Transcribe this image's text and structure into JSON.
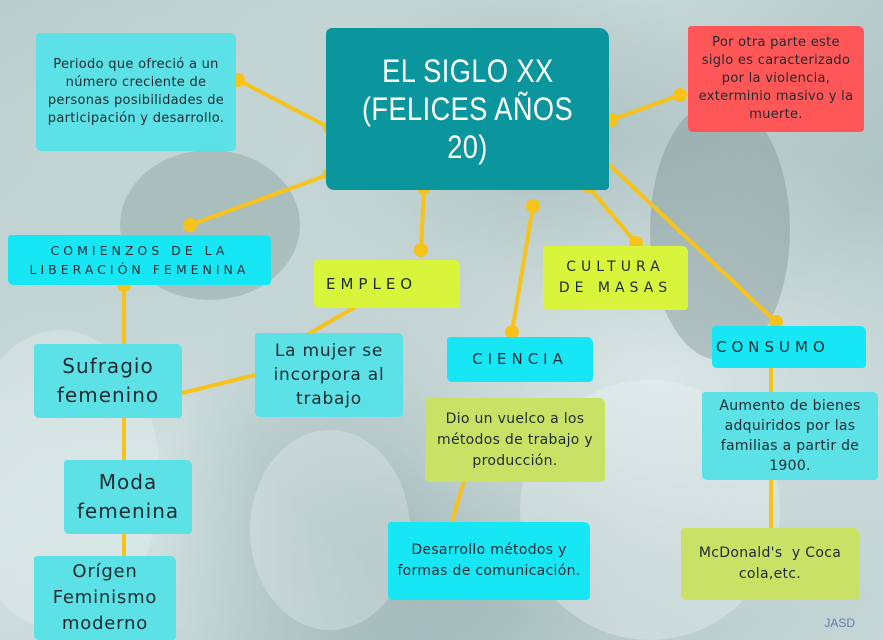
{
  "title": {
    "line1": "EL SIGLO XX",
    "line2": "(FELICES AÑOS 20)"
  },
  "intro_note": "Periodo que ofreció a un número creciente de personas posibilidades de participación y desarrollo.",
  "counter_note": "Por otra parte este siglo es caracterizado por la violencia, exterminio masivo y la muerte.",
  "branches": {
    "liberacion": {
      "label": "COMIENZOS DE LA LIBERACIÓN FEMENINA",
      "children": [
        "Sufragio femenino",
        "Moda femenina",
        "Orígen Feminismo moderno"
      ]
    },
    "empleo": {
      "label": "EMPLEO",
      "children": [
        "La mujer se incorpora al trabajo"
      ]
    },
    "ciencia": {
      "label": "CIENCIA",
      "children": [
        "Dio un vuelco a los métodos de trabajo y producción.",
        "Desarrollo métodos y formas de comunicación."
      ]
    },
    "cultura": {
      "label": "CULTURA DE MASAS"
    },
    "consumo": {
      "label": "CONSUMO",
      "children": [
        "Aumento de bienes adquiridos por las familias a partir de 1900.",
        "McDonald's  y Coca cola,etc."
      ]
    }
  },
  "credit": "JASD",
  "colors": {
    "central": "#0b969e",
    "cyan_box": "#5ce1e6",
    "bright_cyan_box": "#17e7f5",
    "lime_box": "#d9f53b",
    "olive_box": "#c9e265",
    "red_box": "#ff5757",
    "connector": "#f7c21a"
  }
}
